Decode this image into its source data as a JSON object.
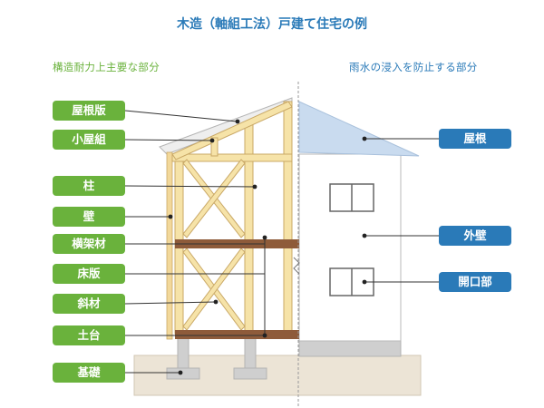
{
  "title": "木造（軸組工法）戸建て住宅の例",
  "left_heading": "構造耐力上主要な部分",
  "right_heading": "雨水の浸入を防止する部分",
  "structural_parts": [
    {
      "label": "屋根版"
    },
    {
      "label": "小屋組"
    },
    {
      "label": "柱"
    },
    {
      "label": "壁"
    },
    {
      "label": "横架材"
    },
    {
      "label": "床版"
    },
    {
      "label": "斜材"
    },
    {
      "label": "土台"
    },
    {
      "label": "基礎"
    }
  ],
  "waterproof_parts": [
    {
      "label": "屋根"
    },
    {
      "label": "外壁"
    },
    {
      "label": "開口部"
    }
  ],
  "colors": {
    "green_label": "#6ab23c",
    "blue_label": "#2a7ab8",
    "timber": "#f6e3a8",
    "beam": "#8e5b3a",
    "roof": "#c9dbef",
    "ground": "#ece4d6"
  }
}
